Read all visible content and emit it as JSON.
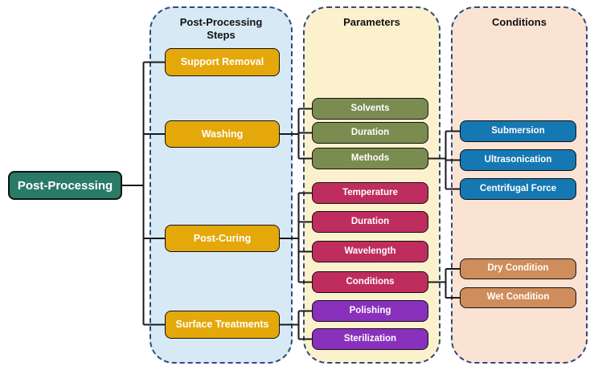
{
  "root": {
    "label": "Post-Processing"
  },
  "panels": {
    "steps": {
      "title": "Post-Processing Steps"
    },
    "parameters": {
      "title": "Parameters"
    },
    "conditions": {
      "title": "Conditions"
    }
  },
  "nodes": {
    "support_removal": {
      "label": "Support Removal"
    },
    "washing": {
      "label": "Washing"
    },
    "post_curing": {
      "label": "Post-Curing"
    },
    "surface_treatments": {
      "label": "Surface Treatments"
    },
    "solvents": {
      "label": "Solvents"
    },
    "washing_duration": {
      "label": "Duration"
    },
    "methods": {
      "label": "Methods"
    },
    "temperature": {
      "label": "Temperature"
    },
    "curing_duration": {
      "label": "Duration"
    },
    "wavelength": {
      "label": "Wavelength"
    },
    "conditions": {
      "label": "Conditions"
    },
    "polishing": {
      "label": "Polishing"
    },
    "sterilization": {
      "label": "Sterilization"
    },
    "submersion": {
      "label": "Submersion"
    },
    "ultrasonication": {
      "label": "Ultrasonication"
    },
    "centrifugal_force": {
      "label": "Centrifugal Force"
    },
    "dry_condition": {
      "label": "Dry Condition"
    },
    "wet_condition": {
      "label": "Wet Condition"
    }
  },
  "edges": [
    [
      "post_processing",
      "support_removal"
    ],
    [
      "post_processing",
      "washing"
    ],
    [
      "post_processing",
      "post_curing"
    ],
    [
      "post_processing",
      "surface_treatments"
    ],
    [
      "washing",
      "solvents"
    ],
    [
      "washing",
      "washing_duration"
    ],
    [
      "washing",
      "methods"
    ],
    [
      "methods",
      "submersion"
    ],
    [
      "methods",
      "ultrasonication"
    ],
    [
      "methods",
      "centrifugal_force"
    ],
    [
      "post_curing",
      "temperature"
    ],
    [
      "post_curing",
      "curing_duration"
    ],
    [
      "post_curing",
      "wavelength"
    ],
    [
      "post_curing",
      "conditions"
    ],
    [
      "conditions",
      "dry_condition"
    ],
    [
      "conditions",
      "wet_condition"
    ],
    [
      "surface_treatments",
      "polishing"
    ],
    [
      "surface_treatments",
      "sterilization"
    ]
  ],
  "colors": {
    "root_teal": "#2A7A68",
    "step_gold": "#E4A80A",
    "param_green": "#7A8C50",
    "param_crimson": "#BE2D5D",
    "param_purple": "#8931BD",
    "condition_blue": "#1578B3",
    "condition_tan": "#CE8D5B",
    "panel_steps_bg": "#D8E9F6",
    "panel_parameters_bg": "#FBF1CD",
    "panel_conditions_bg": "#FBE3D4",
    "panel_border": "#2F4A7D",
    "connector": "#1A1A1A",
    "node_text": "#FFFFFF"
  }
}
